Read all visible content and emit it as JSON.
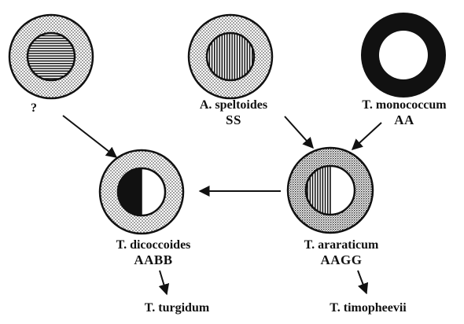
{
  "colors": {
    "ink": "#111111",
    "paper": "#ffffff",
    "stipple": "#222222"
  },
  "nodes": {
    "unknown": {
      "name": "?",
      "genome": ""
    },
    "speltoides": {
      "name": "A. speltoides",
      "genome": "SS"
    },
    "monococcum": {
      "name": "T. monococcum",
      "genome": "AA"
    },
    "dicoccoides": {
      "name": "T. dicoccoides",
      "genome": "AABB"
    },
    "araraticum": {
      "name": "T. araraticum",
      "genome": "AAGG"
    },
    "turgidum": {
      "name": "T. turgidum",
      "genome": ""
    },
    "timopheevii": {
      "name": "T. timopheevii",
      "genome": ""
    }
  },
  "edges": [
    {
      "from": "unknown",
      "to": "dicoccoides"
    },
    {
      "from": "speltoides",
      "to": "araraticum"
    },
    {
      "from": "monococcum",
      "to": "araraticum"
    },
    {
      "from": "araraticum",
      "to": "dicoccoides"
    },
    {
      "from": "dicoccoides",
      "to": "turgidum"
    },
    {
      "from": "araraticum",
      "to": "timopheevii"
    }
  ]
}
